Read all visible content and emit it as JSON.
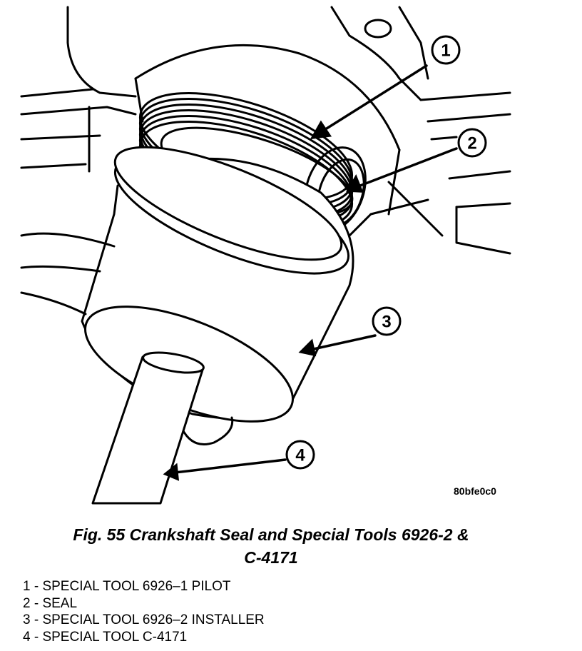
{
  "callouts": [
    "1",
    "2",
    "3",
    "4"
  ],
  "figure_code": "80bfe0c0",
  "caption_line1": "Fig. 55 Crankshaft Seal and Special Tools 6926-2 &",
  "caption_line2": "C-4171",
  "legend": [
    "1 - SPECIAL TOOL 6926–1 PILOT",
    "2 - SEAL",
    "3 - SPECIAL TOOL 6926–2 INSTALLER",
    "4 - SPECIAL TOOL C-4171"
  ]
}
